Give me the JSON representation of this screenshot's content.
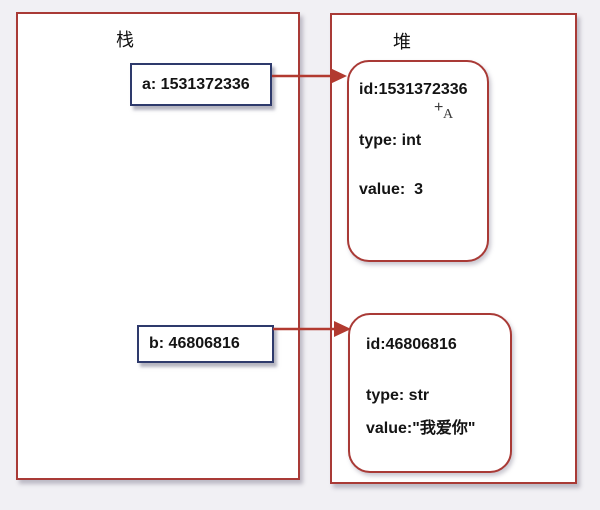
{
  "colors": {
    "frame_red": "#a93a36",
    "arrow_red": "#b23a30",
    "pointer_box_navy": "#2e3a6c",
    "text": "#141414",
    "background": "#f1f0f4"
  },
  "stack": {
    "label": "栈",
    "vars": [
      {
        "label": "a: 1531372336"
      },
      {
        "label": "b: 46806816"
      }
    ]
  },
  "heap": {
    "label": "堆",
    "objects": [
      {
        "id_line": "id:1531372336",
        "type_line": "type: int",
        "value_line": "value:  3"
      },
      {
        "id_line": "id:46806816",
        "type_line": "type: str",
        "value_line": "value:\"我爱你\""
      }
    ]
  },
  "cursor": {
    "plus": "+",
    "letter": "A"
  }
}
